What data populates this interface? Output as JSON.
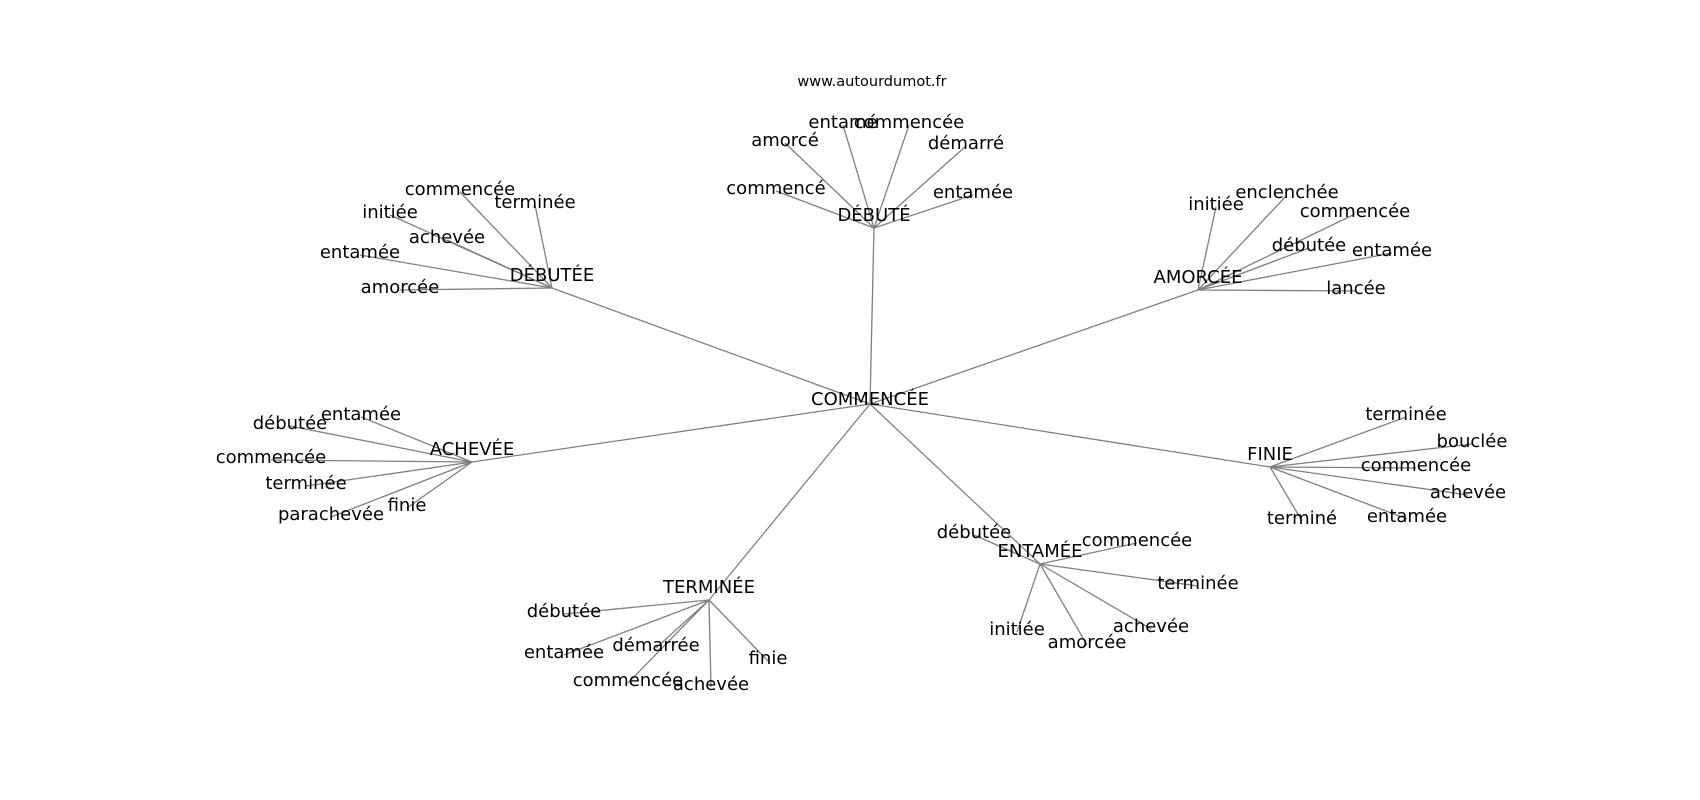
{
  "watermark": "www.autourdumot.fr",
  "colors": {
    "edge": "#808080",
    "text": "#000000",
    "background": "#ffffff"
  },
  "center": "COMMENCÉE",
  "hubs": [
    {
      "word": "DÉBUTÉ",
      "leaves": [
        "commencé",
        "amorcé",
        "entamé",
        "commencée",
        "démarré",
        "entamée"
      ]
    },
    {
      "word": "DÉBUTÉE",
      "leaves": [
        "commencée",
        "terminée",
        "initiée",
        "achevée",
        "entamée",
        "amorcée"
      ]
    },
    {
      "word": "AMORCÉE",
      "leaves": [
        "initiée",
        "enclenchée",
        "commencée",
        "débutée",
        "entamée",
        "lancée"
      ]
    },
    {
      "word": "ACHEVÉE",
      "leaves": [
        "entamée",
        "débutée",
        "commencée",
        "terminée",
        "parachevée",
        "finie"
      ]
    },
    {
      "word": "FINIE",
      "leaves": [
        "terminée",
        "bouclée",
        "commencée",
        "achevée",
        "entamée",
        "terminé"
      ]
    },
    {
      "word": "ENTAMÉE",
      "leaves": [
        "débutée",
        "commencée",
        "terminée",
        "achevée",
        "amorcée",
        "initiée"
      ]
    },
    {
      "word": "TERMINÉE",
      "leaves": [
        "débutée",
        "entamée",
        "démarrée",
        "commencée",
        "achevée",
        "finie"
      ]
    }
  ]
}
